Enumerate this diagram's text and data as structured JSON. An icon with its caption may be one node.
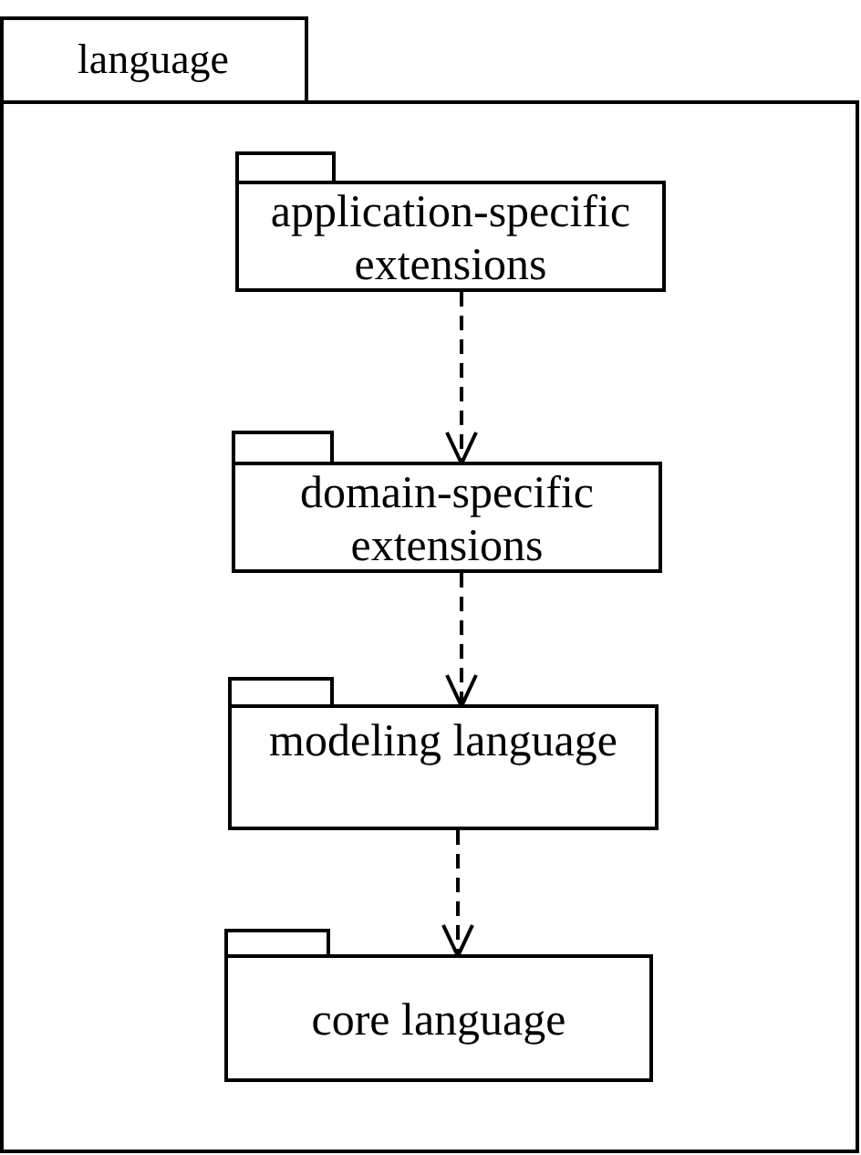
{
  "diagram": {
    "nodes": [
      {
        "text": [
          "language"
        ]
      },
      {
        "text": [
          "application-specific extensions"
        ],
        "in": 0
      },
      {
        "text": [
          "domain-specific extensions"
        ],
        "in": 0
      },
      {
        "text": [
          "modeling language"
        ],
        "in": 0
      },
      {
        "text": [
          "core language"
        ],
        "in": 0
      }
    ],
    "edges": [
      {
        "from": 1,
        "to": 2,
        "arrow": "to",
        "style": "dashed"
      },
      {
        "from": 2,
        "to": 3,
        "arrow": "to",
        "style": "dashed"
      },
      {
        "from": 3,
        "to": 4,
        "arrow": "to",
        "style": "dashed"
      }
    ]
  }
}
